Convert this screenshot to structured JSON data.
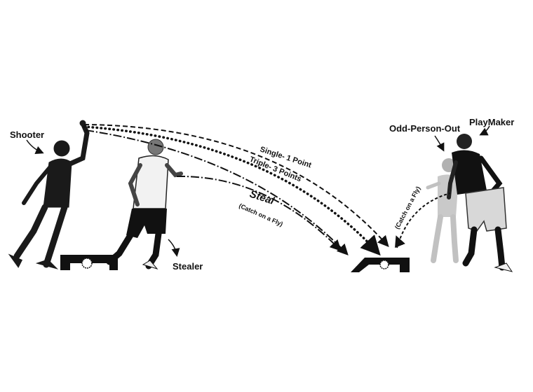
{
  "roles": {
    "shooter": "Shooter",
    "stealer": "Stealer",
    "odd_person_out": "Odd-Person-Out",
    "playmaker": "PlayMaker"
  },
  "shots": {
    "single": "Single- 1 Point",
    "triple": "Triple- 3 Points",
    "steal": "Steal",
    "steal_note": "(Catch on a Fly)",
    "return_note": "(Catch on a Fly)"
  }
}
